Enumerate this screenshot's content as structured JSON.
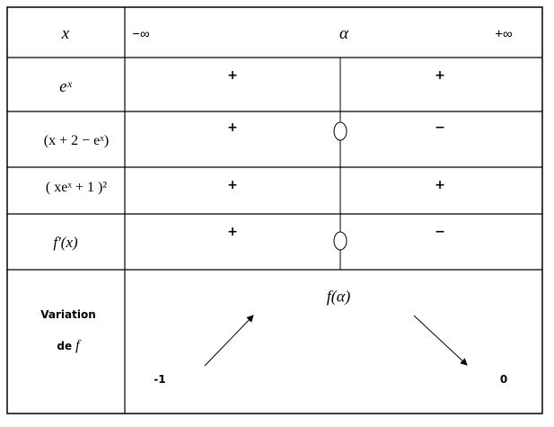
{
  "rows": {
    "x": {
      "label": "x",
      "start": "−∞",
      "mid": "α",
      "end": "+∞"
    },
    "exp": {
      "label": "eˣ",
      "left": "+",
      "right": "+"
    },
    "factor": {
      "label": "(x + 2 − eˣ)",
      "left": "+",
      "right": "−",
      "zero": "0"
    },
    "square": {
      "label": "( xeˣ + 1 )²",
      "left": "+",
      "right": "+"
    },
    "deriv": {
      "label": "f′(x)",
      "left": "+",
      "right": "−",
      "zero": "0"
    },
    "variation": {
      "label_line1": "Variation",
      "label_line2": "de",
      "label_f": "f",
      "start_value": "-1",
      "max_value": "f(α)",
      "end_value": "0",
      "trend": [
        "increasing",
        "decreasing"
      ]
    }
  }
}
